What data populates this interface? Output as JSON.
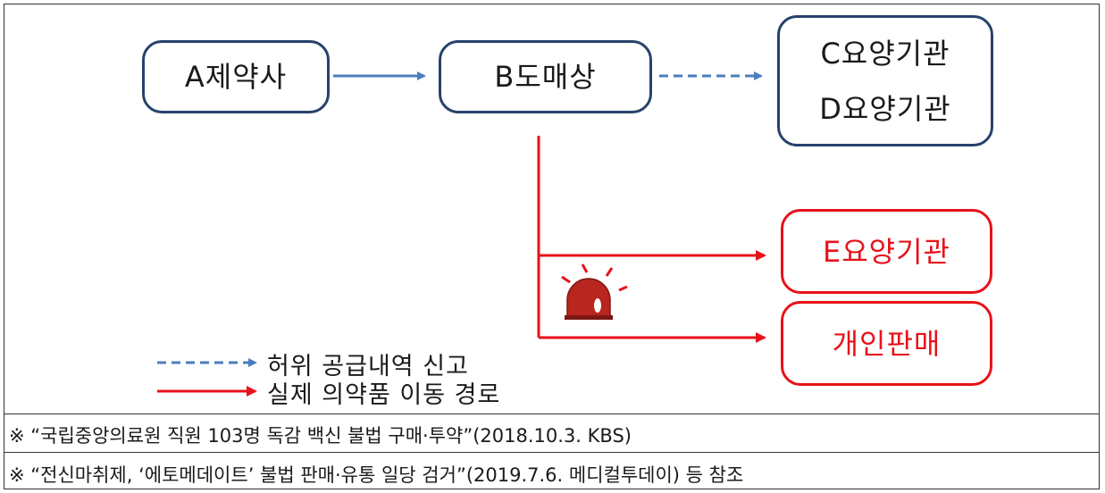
{
  "diagram": {
    "nodes": {
      "a": "A제약사",
      "b": "B도매상",
      "c": "C요양기관",
      "d": "D요양기관",
      "e": "E요양기관",
      "p": "개인판매"
    },
    "legend": {
      "dashed": "허위 공급내역 신고",
      "solid": "실제 의약품 이동 경로"
    },
    "colors": {
      "blue_edge": "#4a7ebb",
      "red_edge": "#e8121a",
      "box_border_dark": "#27426b",
      "siren": "#b8261f"
    },
    "icons": [
      "siren-icon"
    ]
  },
  "notes": [
    "※ “국립중앙의료원 직원 103명 독감 백신 불법 구매·투약”(2018.10.3. KBS)",
    "※ “전신마취제, ‘에토메데이트’ 불법 판매·유통 일당 검거”(2019.7.6. 메디컬투데이) 등 참조"
  ]
}
